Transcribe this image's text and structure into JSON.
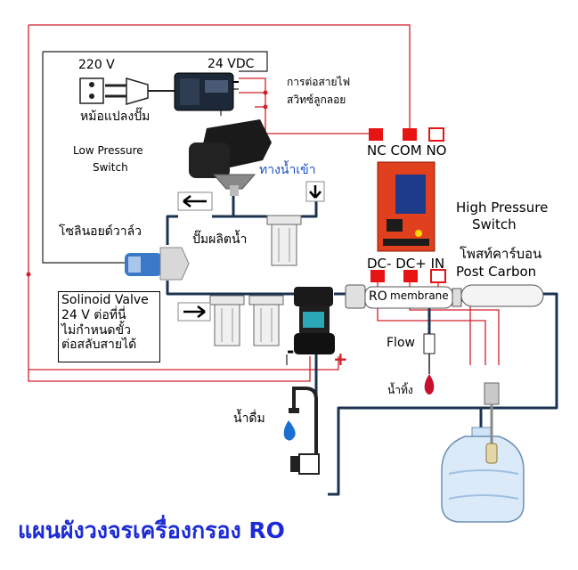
{
  "colors": {
    "wire_red": "#d0202a",
    "wire_black": "#222222",
    "pipe": "#1c3350",
    "relay_board": "#e0401d",
    "title": "#1c2bd6",
    "water_drop_blue": "#1a6fd0",
    "water_drop_red": "#c8102e"
  },
  "labels": {
    "voltage_ac": "220 V",
    "voltage_dc": "24 VDC",
    "adapter": "หม้อแปลงปั๊ม",
    "wiring_note_1": "การต่อสายไฟ",
    "wiring_note_2": "สวิทซ์ลูกลอย",
    "low_pressure_1": "Low Pressure",
    "low_pressure_2": "Switch",
    "water_inlet": "ทางน้ำเข้า",
    "solenoid_th": "โซลินอยด์วาล์ว",
    "pump_th": "ปั๊มผลิตน้ำ",
    "high_pressure_1": "High Pressure",
    "high_pressure_2": "Switch",
    "post_carbon_th": "โพสท์คาร์บอน",
    "post_carbon_en": "Post Carbon",
    "relay_top": "NC COM NO",
    "relay_bottom": "DC- DC+ IN",
    "ro_membrane_ro": "RO",
    "ro_membrane_word": "membrane",
    "flow": "Flow",
    "drain": "น้ำทิ้ง",
    "drinking_water": "น้ำดื่ม",
    "title": "แผนผังวงจรเครื่องกรอง RO",
    "minus": "-",
    "plus": "+"
  },
  "note_box": {
    "line1": "Solinoid Valve",
    "line2": " 24 V ต่อที่นี่",
    "line3": "ไม่กำหนดขั้ว",
    "line4": "ต่อสลับสายได้"
  },
  "icons": [
    "power-plug-icon",
    "adapter-icon",
    "low-pressure-switch-icon",
    "solenoid-valve-icon",
    "pump-icon",
    "relay-module-icon",
    "ro-membrane-icon",
    "post-carbon-filter-icon",
    "flow-restrictor-icon",
    "faucet-icon",
    "water-tank-icon",
    "float-switch-icon",
    "arrow-left-icon",
    "arrow-right-icon",
    "arrow-down-icon",
    "water-drop-icon"
  ]
}
